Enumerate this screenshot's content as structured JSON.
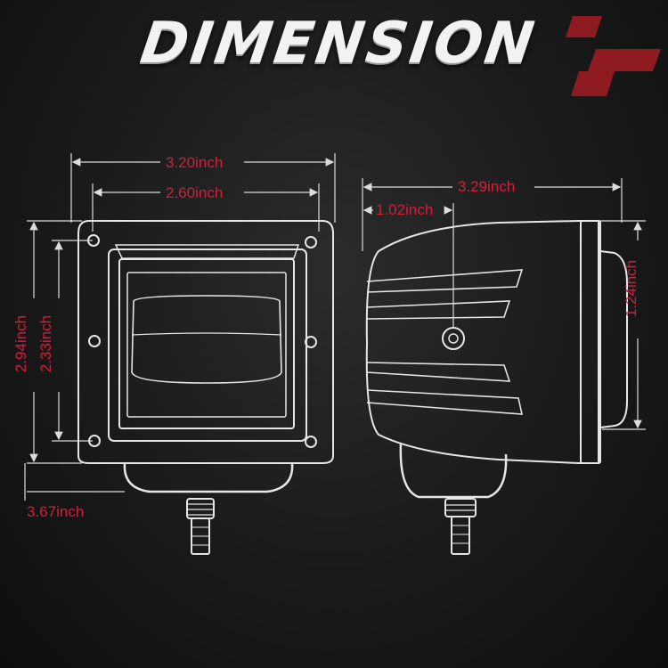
{
  "title": "DIMENSION",
  "colors": {
    "dimension_text": "#d0203a",
    "logo_red": "#8e1a22",
    "line": "#e6e6e6",
    "background": "#1a1a1a"
  },
  "dimensions": {
    "front_overall_width": "3.20inch",
    "front_lens_width": "2.60inch",
    "front_height": "2.94inch",
    "front_lens_height": "2.33inch",
    "front_total_height": "3.67inch",
    "side_depth": "3.29inch",
    "side_bracket_offset": "1.02inch",
    "side_lens_protrusion": "1.24inch"
  }
}
